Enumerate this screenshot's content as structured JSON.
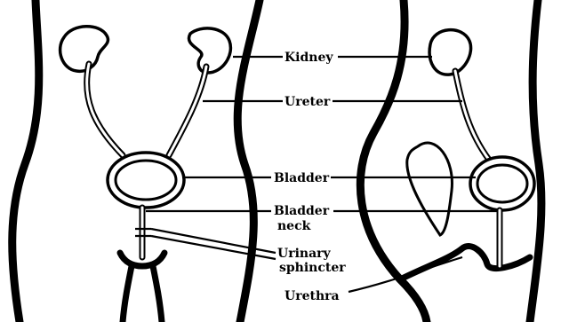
{
  "labels": {
    "kidney": "Kidney",
    "ureter": "Ureter",
    "bladder": "Bladder",
    "bladder_neck_line1": "Bladder",
    "bladder_neck_line2": "neck",
    "sphincter_line1": "Urinary",
    "sphincter_line2": "sphincter",
    "urethra": "Urethra"
  }
}
